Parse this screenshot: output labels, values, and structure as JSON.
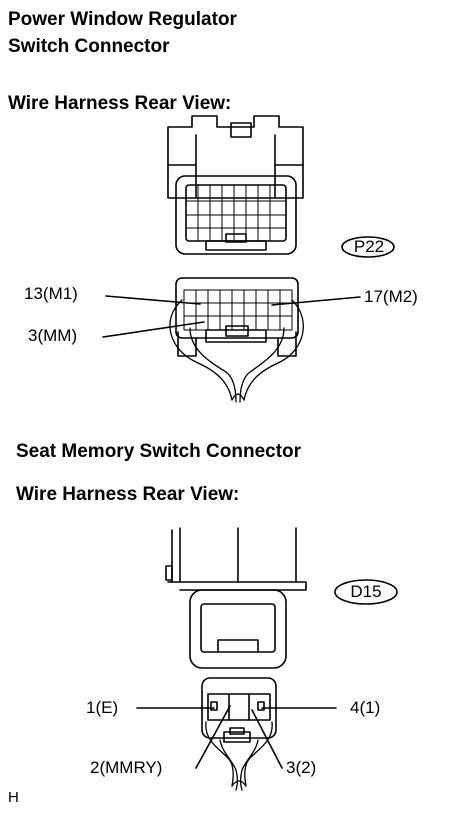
{
  "section1": {
    "title_line1": "Power Window Regulator",
    "title_line2": "Switch Connector",
    "view": "Wire Harness Rear View:",
    "connector_id": "P22",
    "pins": {
      "left_top": "13(M1)",
      "left_bottom": "3(MM)",
      "right": "17(M2)"
    }
  },
  "section2": {
    "title": "Seat Memory Switch Connector",
    "view": "Wire Harness Rear View:",
    "connector_id": "D15",
    "pins": {
      "left": "1(E)",
      "right": "4(1)",
      "bottom_left": "2(MMRY)",
      "bottom_right": "3(2)"
    }
  },
  "footer": {
    "mark": "H"
  }
}
